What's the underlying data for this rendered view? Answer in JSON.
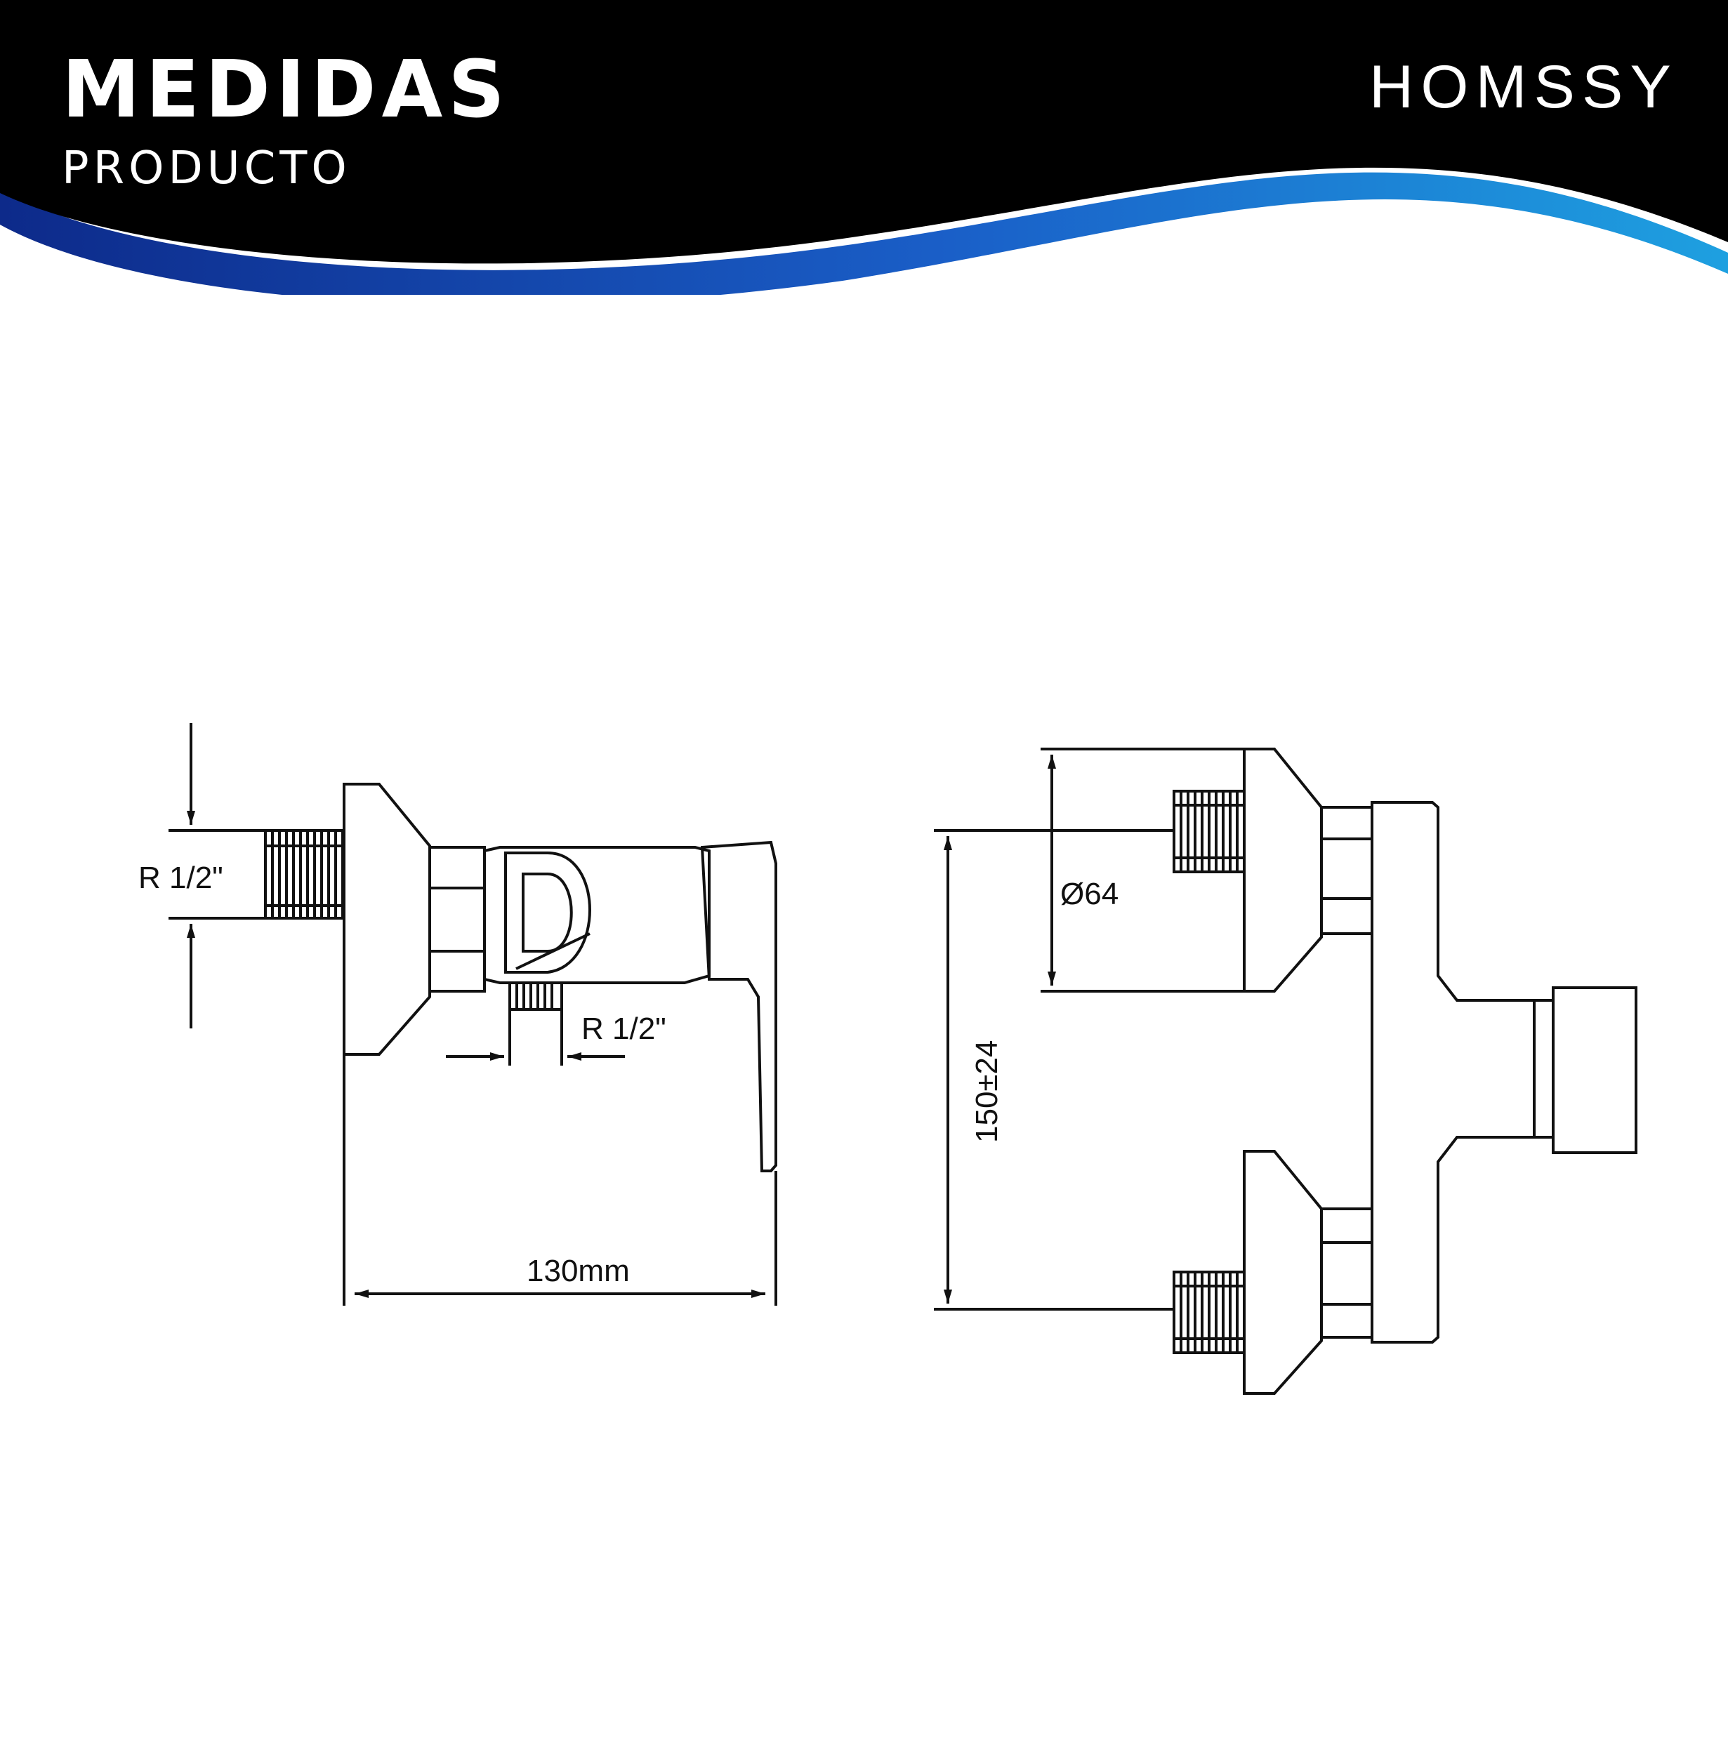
{
  "header": {
    "title": "MEDIDAS",
    "subtitle": "PRODUCTO",
    "brand": "HOMSSY",
    "colors": {
      "background": "#000000",
      "wave_dark_blue": "#0d2a8a",
      "wave_light_blue": "#1ea0e0",
      "text": "#ffffff"
    }
  },
  "drawing": {
    "side_view": {
      "inlet_thread_label": "R 1/2\"",
      "outlet_thread_label": "R 1/2\"",
      "width_label": "130mm"
    },
    "front_view": {
      "diameter_label": "Ø64",
      "spacing_label": "150±24"
    },
    "line_color": "#111111"
  }
}
